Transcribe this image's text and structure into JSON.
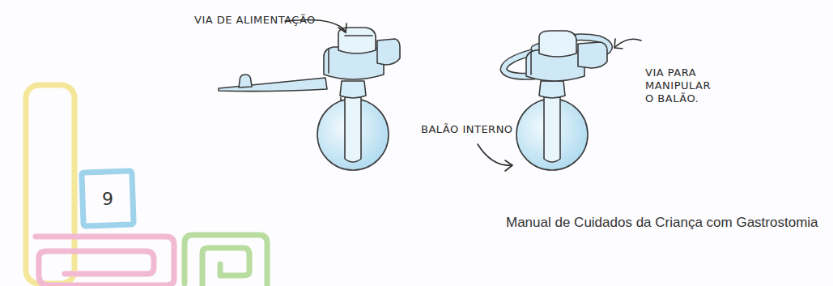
{
  "diagram": {
    "caption": "Manual de Cuidados da Criança com Gastrostomia",
    "nodes": [
      {
        "text": [
          "9"
        ]
      }
    ],
    "labels": [
      "VIA DE ALIMENTAÇÃO",
      "VIA PARA MANIPULAR O BALÃO.",
      "BALÃO INTERNO"
    ]
  }
}
